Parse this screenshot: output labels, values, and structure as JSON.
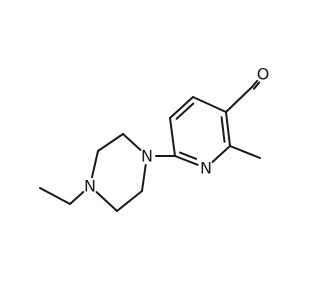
{
  "molecule": {
    "atoms": [
      {
        "id": "a1",
        "symbol": "C"
      },
      {
        "id": "a2",
        "symbol": "N",
        "label": "N"
      },
      {
        "id": "a3",
        "symbol": "C"
      },
      {
        "id": "a4",
        "symbol": "C"
      },
      {
        "id": "a5",
        "symbol": "C"
      },
      {
        "id": "a6",
        "symbol": "C"
      },
      {
        "id": "a7",
        "symbol": "C"
      },
      {
        "id": "a8",
        "symbol": "O",
        "label": "O"
      },
      {
        "id": "a9",
        "symbol": "C"
      },
      {
        "id": "n1",
        "symbol": "N",
        "label": "N"
      },
      {
        "id": "c1",
        "symbol": "C"
      },
      {
        "id": "c2",
        "symbol": "C"
      },
      {
        "id": "n2",
        "symbol": "N",
        "label": "N"
      },
      {
        "id": "c3",
        "symbol": "C"
      },
      {
        "id": "c4",
        "symbol": "C"
      },
      {
        "id": "e1",
        "symbol": "C"
      },
      {
        "id": "e2",
        "symbol": "C"
      }
    ],
    "bonds": [
      {
        "from": "a1",
        "to": "a2",
        "order": 2
      },
      {
        "from": "a2",
        "to": "a3",
        "order": 1
      },
      {
        "from": "a3",
        "to": "a4",
        "order": 2
      },
      {
        "from": "a4",
        "to": "a5",
        "order": 1
      },
      {
        "from": "a5",
        "to": "a6",
        "order": 2
      },
      {
        "from": "a6",
        "to": "a1",
        "order": 1
      },
      {
        "from": "a4",
        "to": "a7",
        "order": 1
      },
      {
        "from": "a7",
        "to": "a8",
        "order": 2
      },
      {
        "from": "a3",
        "to": "a9",
        "order": 1
      },
      {
        "from": "a1",
        "to": "n1",
        "order": 1
      },
      {
        "from": "n1",
        "to": "c1",
        "order": 1
      },
      {
        "from": "c1",
        "to": "c2",
        "order": 1
      },
      {
        "from": "c2",
        "to": "n2",
        "order": 1
      },
      {
        "from": "n2",
        "to": "c3",
        "order": 1
      },
      {
        "from": "c3",
        "to": "c4",
        "order": 1
      },
      {
        "from": "c4",
        "to": "n1",
        "order": 1
      },
      {
        "from": "n2",
        "to": "e1",
        "order": 1
      },
      {
        "from": "e1",
        "to": "e2",
        "order": 1
      }
    ]
  },
  "colors": {
    "bond": "#1a1a1a",
    "label": "#1a1a1a",
    "background": "#ffffff"
  }
}
